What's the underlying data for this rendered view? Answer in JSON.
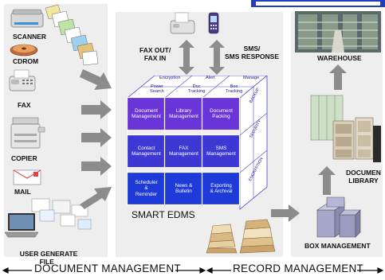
{
  "inputs": {
    "scanner": "SCANNER",
    "cdrom": "CDROM",
    "fax": "FAX",
    "copier": "COPIER",
    "mail": "MAIL",
    "user_generate": "USER GENERATE\nFILE"
  },
  "top": {
    "fax_out": "FAX OUT/\nFAX IN",
    "sms": "SMS/\nSMS RESPONSE"
  },
  "cube": {
    "top_labels": [
      "Encryption",
      "Alert",
      "Manage",
      "Power\nSearch",
      "Doc\nTracking",
      "Box\nTracking"
    ],
    "side_labels": [
      "BACKUP",
      "SECURITY",
      "ENCRYPTION"
    ],
    "rows": [
      [
        "Document\nManagement",
        "Library\nManagement",
        "Document\nPacking"
      ],
      [
        "Contact\nManagement",
        "FAX\nManagement",
        "SMS\nManagement"
      ],
      [
        "Scheduler\n&\nReminder",
        "News &\nBulletin",
        "Exporting\n& Archival"
      ]
    ],
    "title": "SMART EDMS"
  },
  "records": {
    "warehouse": "WAREHOUSE",
    "library": "DOCUMEN\nLIBRARY",
    "box_management": "BOX MANAGEMENT"
  },
  "footer": {
    "left": "DOCUMENT MANAGEMENT",
    "right": "RECORD MANAGEMENT"
  },
  "colors": {
    "cell_top": "#6a35d8",
    "cell_mid": "#3d37d4",
    "cell_bottom": "#1e3ad8",
    "arrow_gray": "#8c8c8c",
    "panel": "#eeeeee"
  }
}
